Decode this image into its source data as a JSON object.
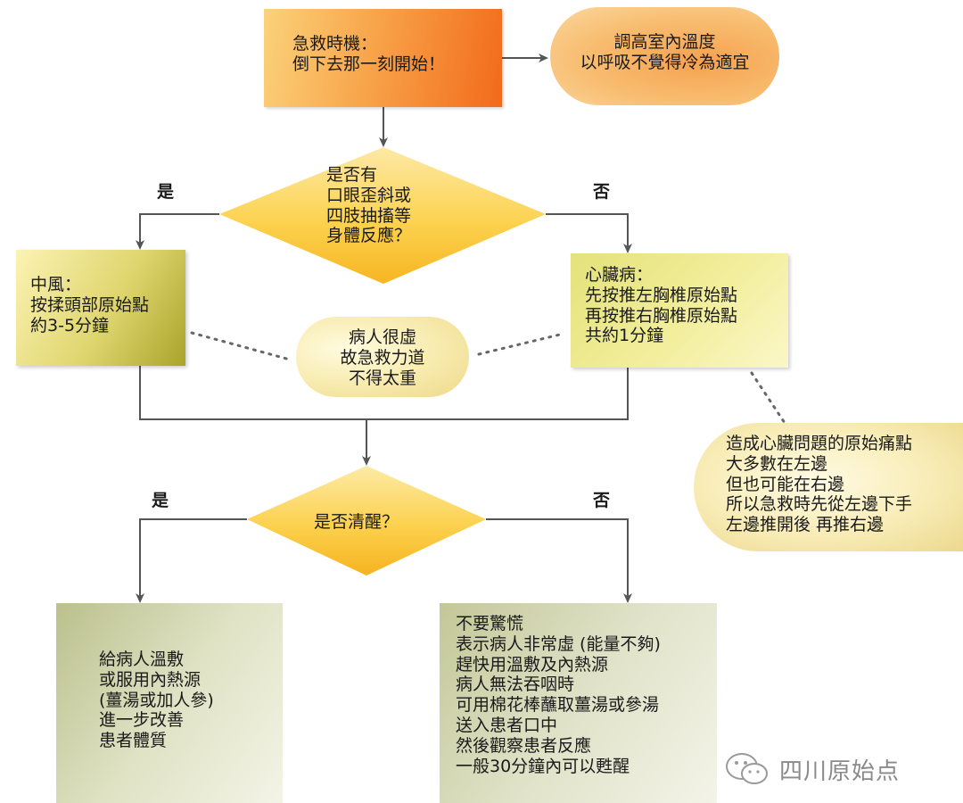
{
  "nodes": {
    "start": "急救時機：\n倒下去那一刻開始！",
    "temperature": "調高室內溫度\n以呼吸不覺得冷為適宜",
    "decision_reaction": "是否有\n口眼歪斜或\n四肢抽搐等\n身體反應？",
    "stroke": "中風：\n按揉頭部原始點\n約3-5分鐘",
    "heart": "心臟病：\n先按推左胸椎原始點\n再按推右胸椎原始點\n共約1分鐘",
    "weak_note": "病人很虛\n故急救力道\n不得太重",
    "heart_note": "造成心臟問題的原始痛點\n大多數在左邊\n但也可能在右邊\n所以急救時先從左邊下手\n左邊推開後 再推右邊",
    "decision_conscious": "是否清醒？",
    "conscious": "給病人溫敷\n或服用內熱源\n(薑湯或加人參)\n進一步改善\n患者體質",
    "unconscious": "不要驚慌\n表示病人非常虛 (能量不夠)\n趕快用溫敷及內熱源\n病人無法吞咽時\n可用棉花棒蘸取薑湯或參湯\n送入患者口中\n然後觀察患者反應\n一般30分鐘內可以甦醒"
  },
  "labels": {
    "yes_1": "是",
    "no_1": "否",
    "yes_2": "是",
    "no_2": "否"
  },
  "watermark": {
    "text": "四川原始点",
    "icon": "wechat-icon"
  },
  "colors": {
    "start_fill": "#f26a1b",
    "diamond_fill": "#fbc02d",
    "stroke_fill": "#dfd56e",
    "heart_fill": "#f2ee9c",
    "bottom_fill": "#e0e2c8",
    "connector": "#555555"
  }
}
